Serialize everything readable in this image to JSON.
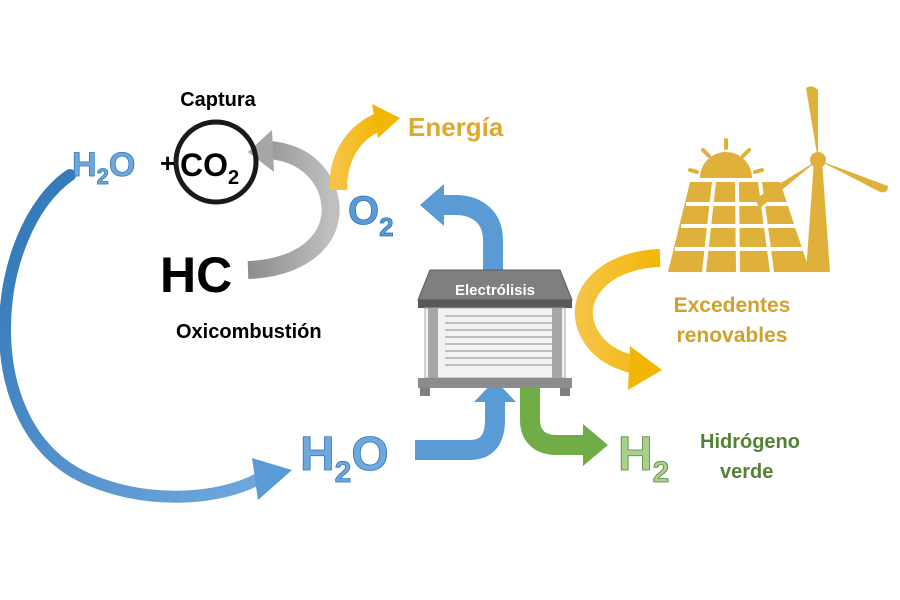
{
  "labels": {
    "captura": "Captura",
    "h2o_left_main": "H",
    "h2o_left_sub": "2",
    "h2o_left_o": "O",
    "plus": "+",
    "co2_main": "CO",
    "co2_sub": "2",
    "energia": "Energía",
    "o2_main": "O",
    "o2_sub": "2",
    "hc": "HC",
    "oxicombustion": "Oxicombustión",
    "electrolisis": "Electrólisis",
    "excedentes_line1": "Excedentes",
    "excedentes_line2": "renovables",
    "h2o_bottom_main": "H",
    "h2o_bottom_sub": "2",
    "h2o_bottom_o": "O",
    "h2_main": "H",
    "h2_sub": "2",
    "hidrogeno_line1": "Hidrógeno",
    "hidrogeno_line2": "verde"
  },
  "colors": {
    "water_blue": "#5B9BD5",
    "water_blue_dark": "#2E75B6",
    "energy_gold": "#F2B705",
    "renewable_gold": "#E0B13A",
    "renewable_text": "#D1A12E",
    "hydrogen_green": "#70AD47",
    "hydrogen_text": "#548235",
    "gray_arrow": "#A6A6A6",
    "electrolyzer_gray": "#8C8C8C"
  },
  "icons": [
    "solar-panel-icon",
    "sun-icon",
    "wind-turbine-icon",
    "electrolyzer-icon"
  ]
}
